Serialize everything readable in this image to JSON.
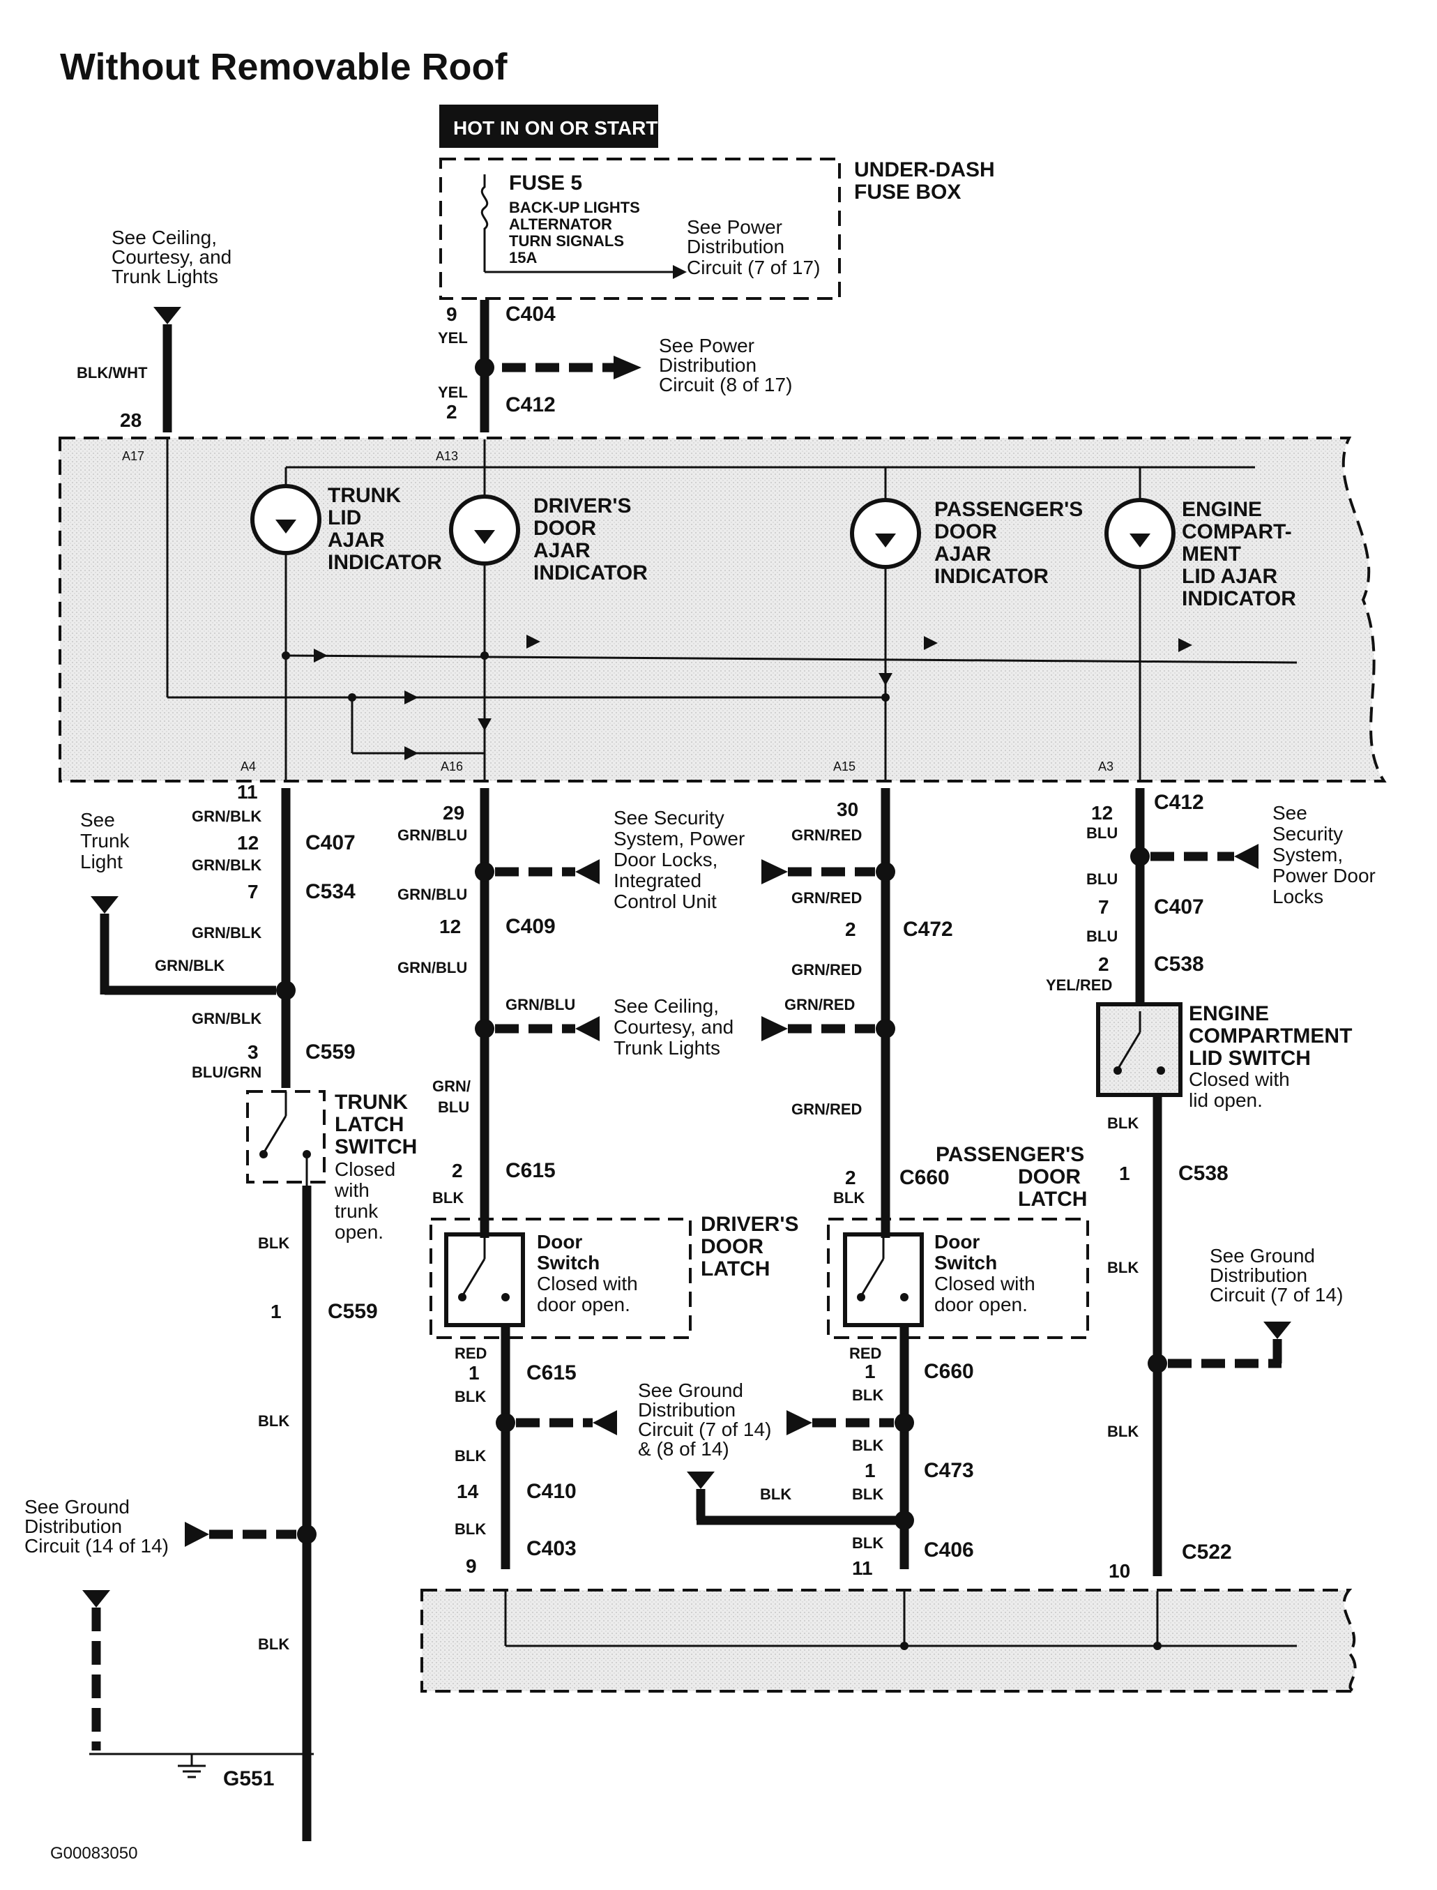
{
  "title": "Without Removable Roof",
  "power_label": "HOT IN ON OR START",
  "fuse_box": {
    "name": "UNDER-DASH FUSE BOX",
    "fuse": "FUSE 5",
    "circuits": [
      "BACK-UP LIGHTS",
      "ALTERNATOR",
      "TURN SIGNALS",
      "15A"
    ],
    "ref": "See Power Distribution Circuit (7 of 17)"
  },
  "refs": {
    "ceiling_top": "See Ceiling, Courtesy, and Trunk Lights",
    "power_8": "See Power Distribution Circuit (8 of 17)",
    "trunk_light": "See Trunk Light",
    "security_mid": "See Security System, Power Door Locks, Integrated Control Unit",
    "security_right": "See Security System, Power Door Locks",
    "ceiling_mid": "See Ceiling, Courtesy, and Trunk Lights",
    "ground_left": "See Ground Distribution Circuit (14 of 14)",
    "ground_mid": "See Ground Distribution Circuit (7 of 14) & (8 of 14)",
    "ground_right": "See Ground Distribution Circuit (7 of 14)"
  },
  "indicators": [
    {
      "name": "TRUNK LID AJAR INDICATOR"
    },
    {
      "name": "DRIVER'S DOOR AJAR INDICATOR"
    },
    {
      "name": "PASSENGER'S DOOR AJAR INDICATOR"
    },
    {
      "name": "ENGINE COMPART-MENT LID AJAR INDICATOR"
    }
  ],
  "switches": {
    "trunk": {
      "name": "TRUNK LATCH SWITCH",
      "desc": "Closed with trunk open."
    },
    "engine": {
      "name": "ENGINE COMPARTMENT LID SWITCH",
      "desc": "Closed with lid open."
    },
    "driver_latch": "DRIVER'S DOOR LATCH",
    "passenger_latch": "PASSENGER'S DOOR LATCH",
    "door_switch": {
      "name": "Door Switch",
      "desc": "Closed with door open."
    }
  },
  "connectors": {
    "c404": "C404",
    "c412": "C412",
    "c407": "C407",
    "c534": "C534",
    "c559": "C559",
    "c409": "C409",
    "c615": "C615",
    "c410": "C410",
    "c403": "C403",
    "c472": "C472",
    "c660": "C660",
    "c473": "C473",
    "c406": "C406",
    "c538": "C538",
    "c522": "C522",
    "g551": "G551"
  },
  "pins": {
    "a17": "A17",
    "a13": "A13",
    "a4": "A4",
    "a16": "A16",
    "a15": "A15",
    "a3": "A3"
  },
  "wire_colors": {
    "yel": "YEL",
    "blk_wht": "BLK/WHT",
    "grn_blk": "GRN/BLK",
    "blu_grn": "BLU/GRN",
    "blk": "BLK",
    "grn_blu": "GRN/BLU",
    "grn_red": "GRN/RED",
    "blu": "BLU",
    "yel_red": "YEL/RED",
    "red": "RED",
    "grn_slash": "GRN/"
  },
  "terminal_numbers": {
    "n9": "9",
    "n2": "2",
    "n28": "28",
    "n11": "11",
    "n12": "12",
    "n7": "7",
    "n3": "3",
    "n1": "1",
    "n29": "29",
    "n14": "14",
    "n30": "30",
    "n10": "10"
  },
  "figure_id": "G00083050",
  "colors": {
    "ink": "#111111",
    "panel": "#e6e6e6"
  }
}
